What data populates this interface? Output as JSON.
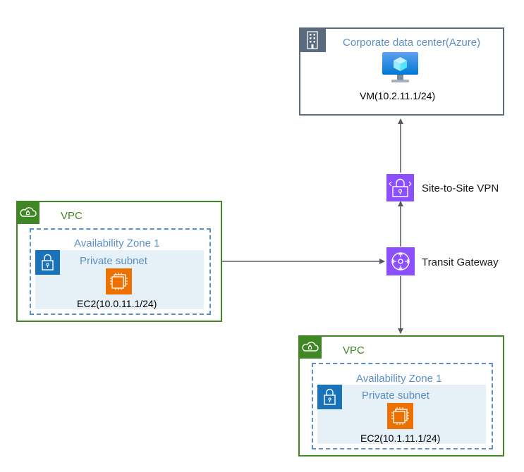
{
  "datacenter": {
    "title": "Corporate data center(Azure)",
    "vm_label": "VM(10.2.11.1/24)",
    "icons": [
      "building-icon",
      "azure-vm-icon"
    ]
  },
  "services": {
    "vpn_label": "Site-to-Site VPN",
    "tgw_label": "Transit Gateway",
    "colors": {
      "service": "#8c4fff"
    }
  },
  "vpc_left": {
    "label": "VPC",
    "az_label": "Availability Zone 1",
    "subnet_label": "Private subnet",
    "ec2_label": "EC2(10.0.11.1/24)"
  },
  "vpc_bottom": {
    "label": "VPC",
    "az_label": "Availability Zone 1",
    "subnet_label": "Private subnet",
    "ec2_label": "EC2(10.1.11.1/24)"
  },
  "colors": {
    "vpc": "#3f8624",
    "az": "#5b8fc7",
    "subnet_fill": "#e6f0f7",
    "lock": "#1a73b8",
    "ec2": "#ed7100",
    "datacenter_border": "#5a6b7d",
    "connector": "#545b64"
  }
}
